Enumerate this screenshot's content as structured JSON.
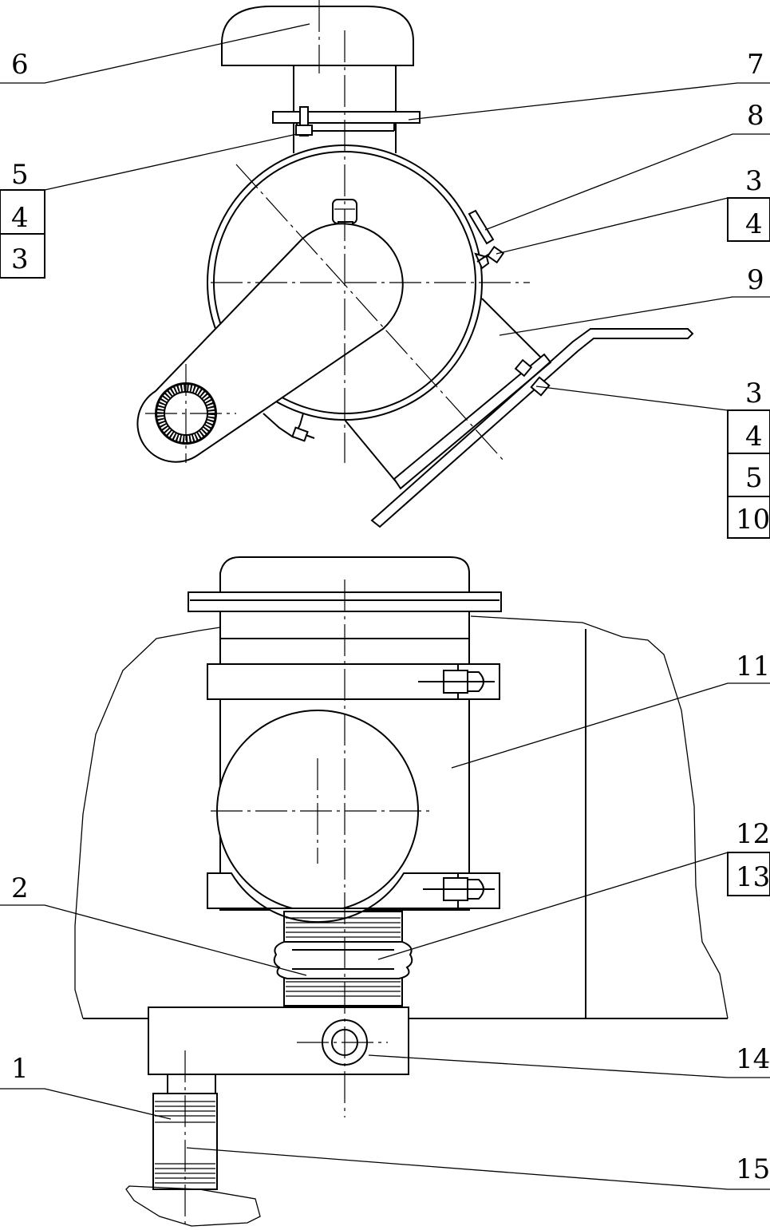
{
  "labels": {
    "l6": "6",
    "l7": "7",
    "l8": "8",
    "l5_top": "5",
    "l4_top": "4",
    "l3_top": "3",
    "l3_right": "3",
    "l4_right": "4",
    "l9": "9",
    "l3_mid": "3",
    "l4_mid": "4",
    "l5_mid": "5",
    "l10": "10",
    "l11": "11",
    "l12": "12",
    "l13": "13",
    "l2": "2",
    "l14": "14",
    "l1": "1",
    "l15": "15"
  }
}
